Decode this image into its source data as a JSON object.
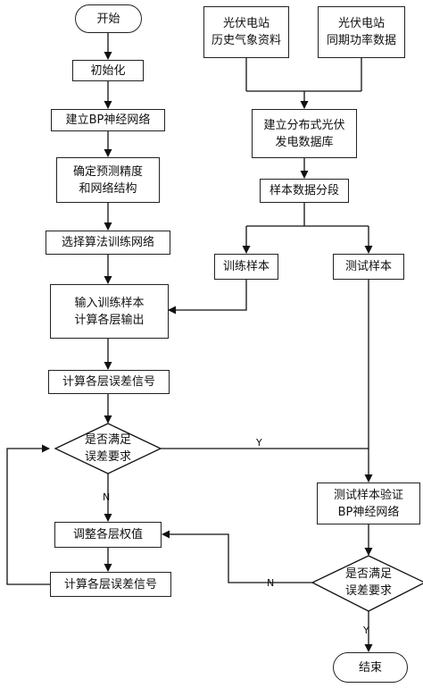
{
  "nodes": {
    "start": "开始",
    "init": "初始化",
    "build_bp": "建立BP神经网络",
    "set_precision": "确定预测精度\n和网络结构",
    "choose_algo": "选择算法训练网络",
    "input_train": "输入训练样本\n计算各层输出",
    "calc_err_1": "计算各层误差信号",
    "check_1": "是否满足\n误差要求",
    "adjust_weights": "调整各层权值",
    "calc_err_2": "计算各层误差信号",
    "weather": "光伏电站\n历史气象资料",
    "power": "光伏电站\n同期功率数据",
    "database": "建立分布式光伏\n发电数据库",
    "segment": "样本数据分段",
    "train_sample": "训练样本",
    "test_sample": "测试样本",
    "verify": "测试样本验证\nBP神经网络",
    "check_2": "是否满足\n误差要求",
    "end": "结束"
  },
  "edge_labels": {
    "check1_yes": "Y",
    "check1_no": "N",
    "check2_no": "N",
    "check2_yes": "Y"
  }
}
